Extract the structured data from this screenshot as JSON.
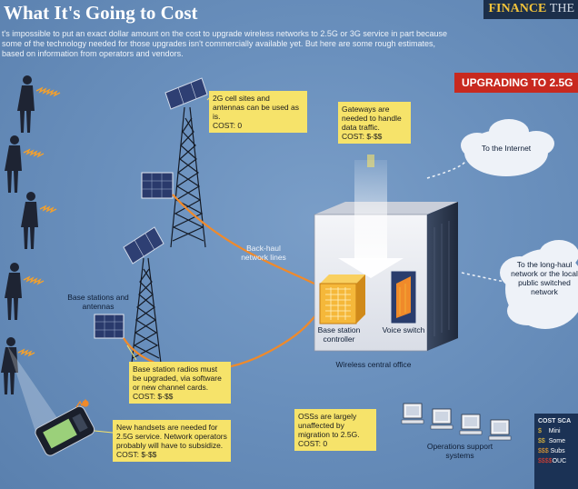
{
  "header": {
    "title": "What It's Going to Cost",
    "brand_part1": "FINANCE",
    "brand_part2": "THE",
    "intro": "t's impossible to put an exact dollar amount on the cost to upgrade wireless networks to 2.5G or 3G service in part because some of the technology needed for those upgrades isn't commercially available yet. But here are some rough estimates, based on information from operators and vendors."
  },
  "banner": "UPGRADING TO 2.5G",
  "callouts": {
    "cell_sites": {
      "text": "2G cell sites and antennas can be used as is.",
      "cost": "COST: 0"
    },
    "gateways": {
      "text": "Gateways are needed to handle data traffic.",
      "cost": "COST: $-$$"
    },
    "radios": {
      "text": "Base station radios must be upgraded, via software or new channel cards.",
      "cost": "COST: $-$$"
    },
    "handsets": {
      "text": "New handsets are needed for 2.5G service. Network operators probably will have to subsidize.",
      "cost": "COST: $-$$"
    },
    "oss": {
      "text": "OSSs are largely unaffected by migration to 2.5G.",
      "cost": "COST: 0"
    }
  },
  "labels": {
    "base_stations": "Base stations and antennas",
    "backhaul": "Back-haul network lines",
    "internet": "To the Internet",
    "longhaul": "To the long-haul network or the local public switched network",
    "bsc": "Base station controller",
    "voice_switch": "Voice switch",
    "central_office": "Wireless central office",
    "oss_systems": "Operations support systems"
  },
  "legend": {
    "title": "COST SCA",
    "rows": [
      {
        "sym": "$",
        "text": "Mini"
      },
      {
        "sym": "$$",
        "text": "Some"
      },
      {
        "sym": "$$$",
        "text": "Subs"
      },
      {
        "sym": "$$$$",
        "text": "OUC"
      }
    ]
  },
  "colors": {
    "background": "#6a90bd",
    "callout": "#f6e36a",
    "banner": "#c8291f",
    "building": "#eef0f4",
    "cable": "#f08a2a"
  }
}
